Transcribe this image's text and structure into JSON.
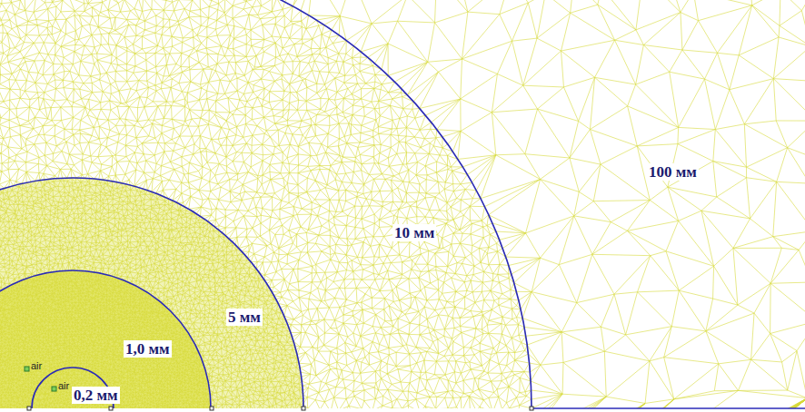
{
  "diagram": {
    "labels": [
      "100 мм",
      "10 мм",
      "5 мм",
      "1,0 мм",
      "air",
      "air",
      "0,2 мм"
    ]
  }
}
